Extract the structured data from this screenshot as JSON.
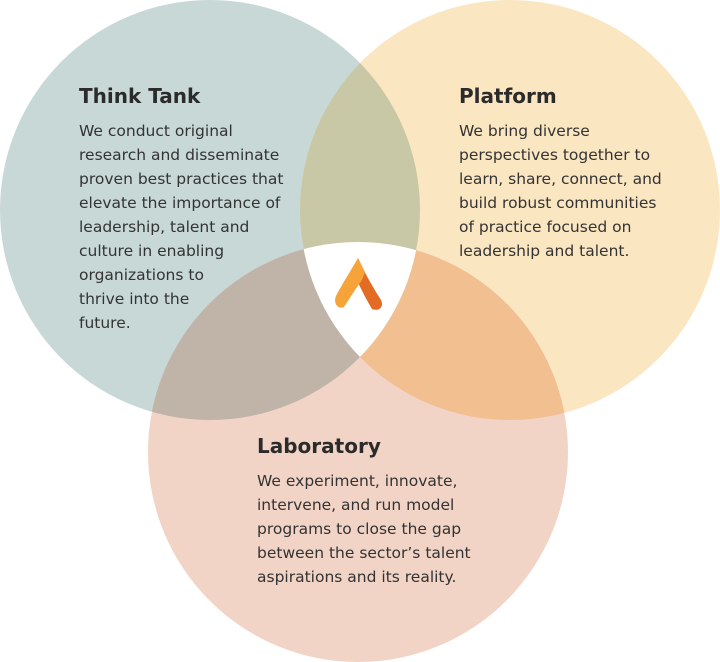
{
  "colors": {
    "think_tank": "#c7d8d7",
    "platform": "#fbe6c2",
    "laboratory": "#f2d4c6",
    "tt_pf_overlap": "#c8c8a6",
    "tt_lab_overlap": "#c0b3a8",
    "pf_lab_overlap": "#f1bf90",
    "center": "#ffffff",
    "logo_light": "#f6a33a",
    "logo_dark": "#e46b23"
  },
  "logo": {
    "icon": "flame-chevron-logo-icon"
  },
  "circles": {
    "think_tank": {
      "title": "Think Tank",
      "body": "We conduct original\nresearch and disseminate\nproven best practices that\nelevate the importance of\nleadership, talent and\nculture in enabling\norganizations to\nthrive into the\nfuture."
    },
    "platform": {
      "title": "Platform",
      "body": "We bring diverse\nperspectives together to\nlearn, share, connect, and\nbuild robust communities\nof practice focused on\nleadership and talent."
    },
    "laboratory": {
      "title": "Laboratory",
      "body": "We experiment, innovate,\nintervene, and run model\nprograms to close the gap\nbetween the sector’s talent\naspirations and its reality."
    }
  }
}
